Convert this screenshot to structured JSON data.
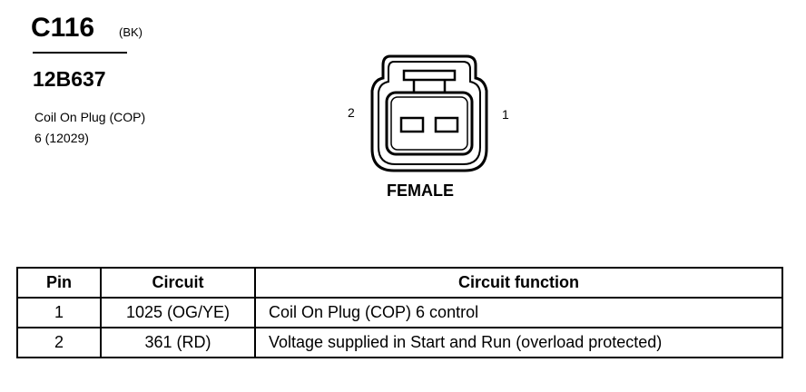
{
  "connector": {
    "id": "C116",
    "color_code": "(BK)",
    "part_number": "12B637",
    "description_line1": "Coil On Plug (COP)",
    "description_line2": "6 (12029)"
  },
  "diagram": {
    "pin_left": "2",
    "pin_right": "1",
    "gender": "FEMALE"
  },
  "table": {
    "headers": [
      "Pin",
      "Circuit",
      "Circuit function"
    ],
    "rows": [
      {
        "pin": "1",
        "circuit": "1025 (OG/YE)",
        "function": "Coil On Plug (COP) 6  control"
      },
      {
        "pin": "2",
        "circuit": "361 (RD)",
        "function": "Voltage supplied in Start and Run (overload protected)"
      }
    ]
  }
}
